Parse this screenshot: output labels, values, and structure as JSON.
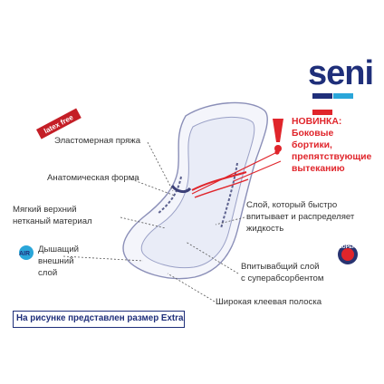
{
  "logo": {
    "text": "seni",
    "colors": [
      "#1f2f7a",
      "#e0252b",
      "#2aa6d9"
    ]
  },
  "badges": {
    "latex_free": "latex free",
    "air": "AIR",
    "super": "SUPER"
  },
  "labels": {
    "elastic_buckle": "Эластомерная пряжа",
    "anatomic_form": "Анатомическая форма",
    "soft_top_line1": "Мягкий верхний",
    "soft_top_line2": "нетканый материал",
    "breathing_line1": "Дышащий",
    "breathing_line2": "внешний",
    "breathing_line3": "слой",
    "fast_layer_line1": "Слой, который быстро",
    "fast_layer_line2": "впитывает и распределяет",
    "fast_layer_line3": "жидкость",
    "absorb_line1": "Впитывабщий слой",
    "absorb_line2": "с суперабсорбентом",
    "adhesive_strip": "Широкая клеевая полоска"
  },
  "novelty": {
    "line1": "НОВИНКА:",
    "line2": "Боковые",
    "line3": "бортики,",
    "line4": "препятствующие",
    "line5": "вытеканию"
  },
  "footer": {
    "text": "На рисунке представлен размер Extra"
  },
  "colors": {
    "accent_red": "#e0252b",
    "brand_blue": "#1f2f7a",
    "line_gray": "#555555"
  }
}
